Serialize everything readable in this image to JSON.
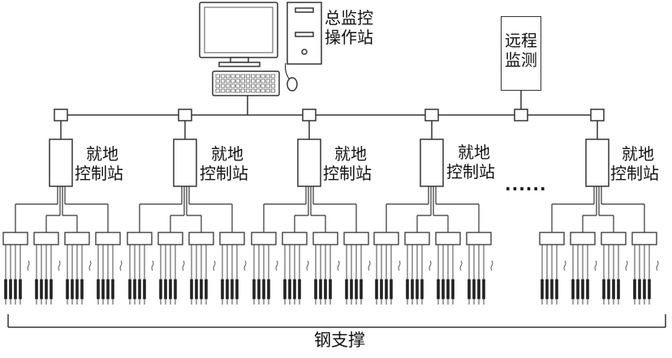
{
  "operator_station": {
    "line1": "总监控",
    "line2": "操作站"
  },
  "remote_monitor": {
    "line1": "远程",
    "line2": "监测"
  },
  "local_station": {
    "line1": "就地",
    "line2": "控制站"
  },
  "stations": [
    {
      "id": "station-1"
    },
    {
      "id": "station-2"
    },
    {
      "id": "station-3"
    },
    {
      "id": "station-4"
    },
    {
      "id": "station-5"
    }
  ],
  "ellipsis": "......",
  "bottom_label": "钢支撑",
  "colors": {
    "line": "#333333",
    "fill": "#ffffff",
    "ink": "#111111"
  }
}
